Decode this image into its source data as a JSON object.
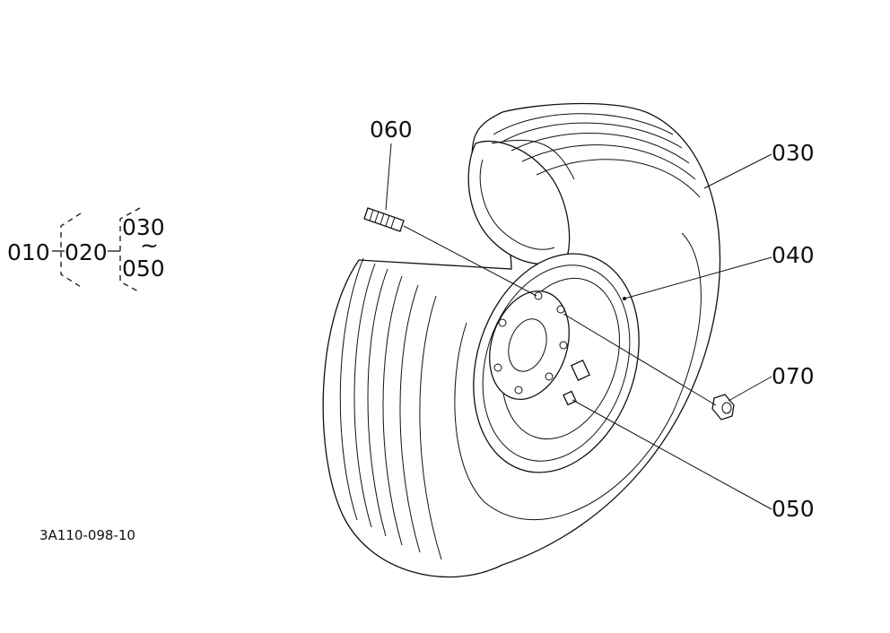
{
  "hierarchy": {
    "root": "010",
    "mid": "020",
    "top": "030",
    "tilde": "~",
    "bottom": "050"
  },
  "callouts": {
    "c060": "060",
    "c030": "030",
    "c040": "040",
    "c070": "070",
    "c050": "050"
  },
  "drawing_number": "3A110-098-10",
  "colors": {
    "ink": "#111111",
    "paper": "#ffffff"
  }
}
